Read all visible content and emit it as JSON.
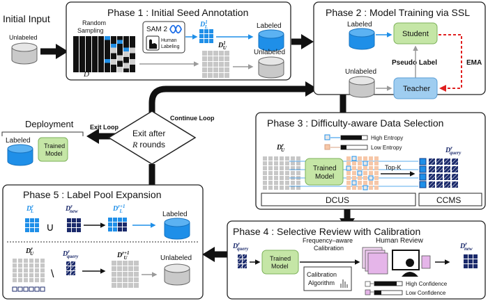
{
  "initial": {
    "title": "Initial Input",
    "db_label": "Unlabeled"
  },
  "phase1": {
    "title": "Phase 1 : Initial Seed Annotation",
    "random_sampling": "Random Sampling",
    "dataset_symbol": "D",
    "sam_label": "SAM 2",
    "human_labeling": "Human Labeling",
    "dl_sym": "D",
    "dl_sub": "L",
    "dl_sup": "1",
    "du_sym": "D",
    "du_sub": "U",
    "du_sup": "1",
    "labeled": "Labeled",
    "unlabeled": "Unlabeled"
  },
  "phase2": {
    "title": "Phase 2 : Model Training via SSL",
    "labeled": "Labeled",
    "unlabeled": "Unlabeled",
    "student": "Student",
    "teacher": "Teacher",
    "pseudo_label": "Pseudo Label",
    "ema": "EMA"
  },
  "loop": {
    "continue_loop": "Continue Loop",
    "exit_loop": "Exit Loop",
    "exit_after": "Exit after",
    "rounds_var": "R",
    "rounds_word": "rounds"
  },
  "deployment": {
    "title": "Deployment",
    "labeled": "Labeled",
    "trained_model_1": "Trained",
    "trained_model_2": "Model"
  },
  "phase3": {
    "title": "Phase 3 : Difficulty-aware Data Selection",
    "du_sym": "D",
    "du_sub": "U",
    "du_sup": "r",
    "high_entropy": "High Entropy",
    "low_entropy": "Low Entropy",
    "trained_model_1": "Trained",
    "trained_model_2": "Model",
    "topk": "Top-K",
    "dq_sym": "D",
    "dq_sub": "query",
    "dq_sup": "r",
    "dcus": "DCUS",
    "ccms": "CCMS"
  },
  "phase4": {
    "title": "Phase 4 : Selective Review with Calibration",
    "dq_sym": "D",
    "dq_sub": "query",
    "dq_sup": "r",
    "calibration_1": "Frequency–aware",
    "calibration_2": "Calibration",
    "trained_model_1": "Trained",
    "trained_model_2": "Model",
    "human_review": "Human Review",
    "algorithm_1": "Calibration",
    "algorithm_2": "Algorithm",
    "dn_sym": "D",
    "dn_sub": "new",
    "dn_sup": "r",
    "high_conf": "High Confidence",
    "low_conf": "Low Confidence"
  },
  "phase5": {
    "title": "Phase 5 : Label Pool Expansion",
    "dl_sym": "D",
    "dl_sub": "L",
    "dl_sup": "r",
    "union": "∪",
    "dn_sym": "D",
    "dn_sub": "new",
    "dn_sup": "r",
    "dl_next_sym": "D",
    "dl_next_sub": "L",
    "dl_next_sup": "r+1",
    "labeled": "Labeled",
    "du_sym": "D",
    "du_sub": "U",
    "du_sup": "r",
    "minus": "\\",
    "dq_sym": "D",
    "dq_sub": "query",
    "dq_sup": "r",
    "du_next_sym": "D",
    "du_next_sub": "U",
    "du_next_sup": "r+1",
    "unlabeled": "Unlabeled"
  },
  "colors": {
    "blue": "#1f8fe8",
    "navy": "#1b2a6b",
    "green": "#c5e6a6",
    "red": "#e02020",
    "gray": "#bcbcbc",
    "peach": "#f6c7a8"
  }
}
